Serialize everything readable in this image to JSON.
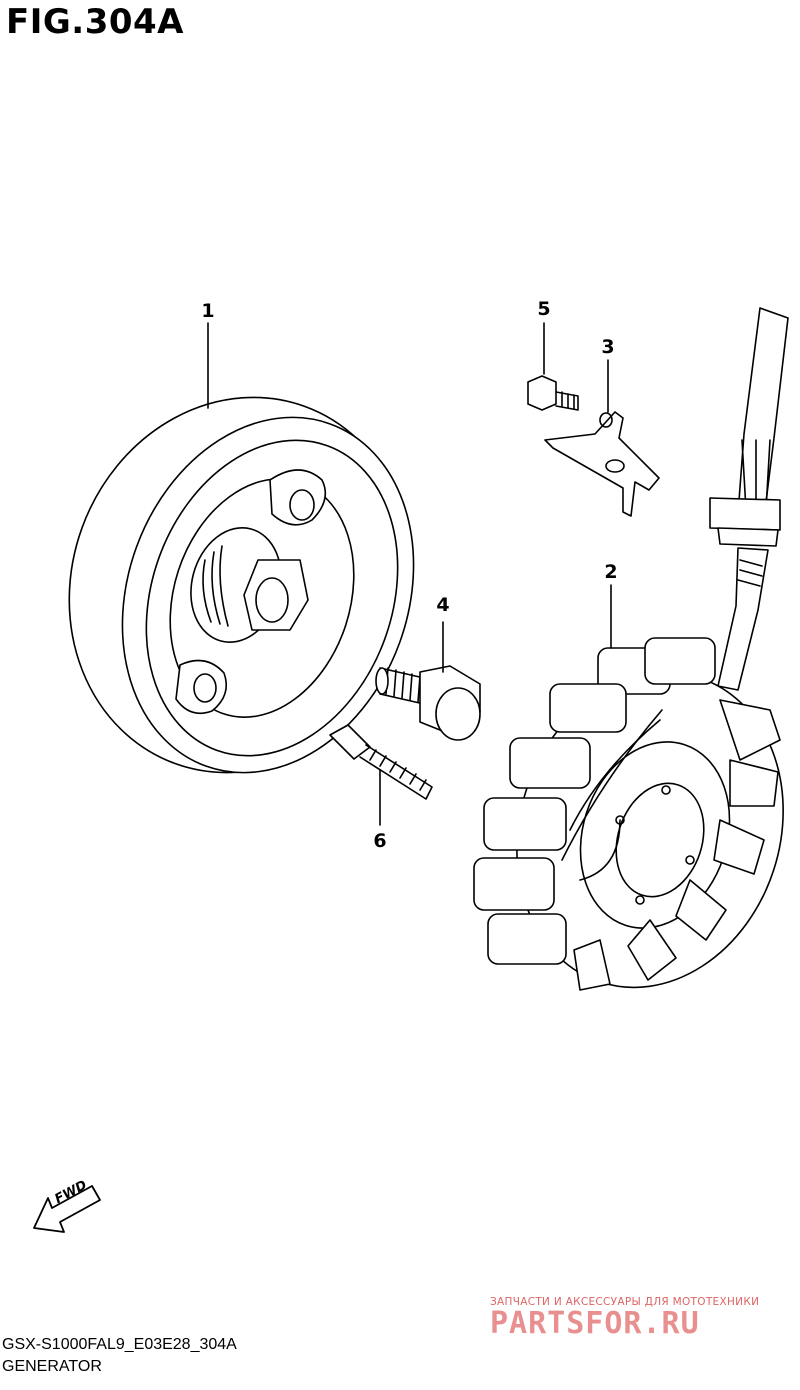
{
  "figure": {
    "title": "FIG.304A"
  },
  "callouts": {
    "c1": "1",
    "c2": "2",
    "c3": "3",
    "c4": "4",
    "c5": "5",
    "c6": "6"
  },
  "parts": [
    {
      "ref": "1",
      "icon": "flywheel-rotor-icon"
    },
    {
      "ref": "2",
      "icon": "stator-coil-icon"
    },
    {
      "ref": "3",
      "icon": "wire-clamp-icon"
    },
    {
      "ref": "4",
      "icon": "rotor-bolt-icon"
    },
    {
      "ref": "5",
      "icon": "clamp-bolt-icon"
    },
    {
      "ref": "6",
      "icon": "stator-screw-icon"
    }
  ],
  "direction": {
    "label": "FWD",
    "icon": "fwd-arrow-icon"
  },
  "footer": {
    "model_code": "GSX-S1000FAL9_E03E28_304A",
    "section_name": "GENERATOR"
  },
  "watermark": {
    "tagline": "ЗАПЧАСТИ И АКСЕССУАРЫ ДЛЯ МОТОТЕХНИКИ",
    "brand": "PARTSFOR.RU",
    "color": "#e07070"
  }
}
